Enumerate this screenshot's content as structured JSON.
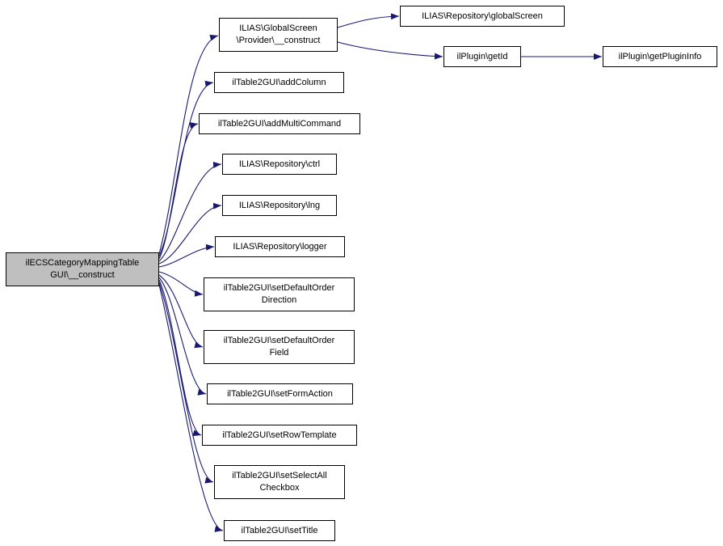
{
  "colors": {
    "edge": "#191970",
    "node_border": "#000000",
    "node_fill": "#ffffff",
    "root_fill": "#bfbfbf"
  },
  "nodes": {
    "root": {
      "label": "ilECSCategoryMappingTable\nGUI\\__construct"
    },
    "provider_construct": {
      "label": "ILIAS\\GlobalScreen\n\\Provider\\__construct"
    },
    "add_column": {
      "label": "ilTable2GUI\\addColumn"
    },
    "add_multi_command": {
      "label": "ilTable2GUI\\addMultiCommand"
    },
    "ctrl": {
      "label": "ILIAS\\Repository\\ctrl"
    },
    "lng": {
      "label": "ILIAS\\Repository\\lng"
    },
    "logger": {
      "label": "ILIAS\\Repository\\logger"
    },
    "set_default_order_direction": {
      "label": "ilTable2GUI\\setDefaultOrder\nDirection"
    },
    "set_default_order_field": {
      "label": "ilTable2GUI\\setDefaultOrder\nField"
    },
    "set_form_action": {
      "label": "ilTable2GUI\\setFormAction"
    },
    "set_row_template": {
      "label": "ilTable2GUI\\setRowTemplate"
    },
    "set_select_all_checkbox": {
      "label": "ilTable2GUI\\setSelectAll\nCheckbox"
    },
    "set_title": {
      "label": "ilTable2GUI\\setTitle"
    },
    "global_screen": {
      "label": "ILIAS\\Repository\\globalScreen"
    },
    "get_id": {
      "label": "ilPlugin\\getId"
    },
    "get_plugin_info": {
      "label": "ilPlugin\\getPluginInfo"
    }
  },
  "edges": [
    {
      "from": "root",
      "to": "provider_construct"
    },
    {
      "from": "root",
      "to": "add_column"
    },
    {
      "from": "root",
      "to": "add_multi_command"
    },
    {
      "from": "root",
      "to": "ctrl"
    },
    {
      "from": "root",
      "to": "lng"
    },
    {
      "from": "root",
      "to": "logger"
    },
    {
      "from": "root",
      "to": "set_default_order_direction"
    },
    {
      "from": "root",
      "to": "set_default_order_field"
    },
    {
      "from": "root",
      "to": "set_form_action"
    },
    {
      "from": "root",
      "to": "set_row_template"
    },
    {
      "from": "root",
      "to": "set_select_all_checkbox"
    },
    {
      "from": "root",
      "to": "set_title"
    },
    {
      "from": "provider_construct",
      "to": "global_screen"
    },
    {
      "from": "provider_construct",
      "to": "get_id"
    },
    {
      "from": "get_id",
      "to": "get_plugin_info"
    }
  ]
}
